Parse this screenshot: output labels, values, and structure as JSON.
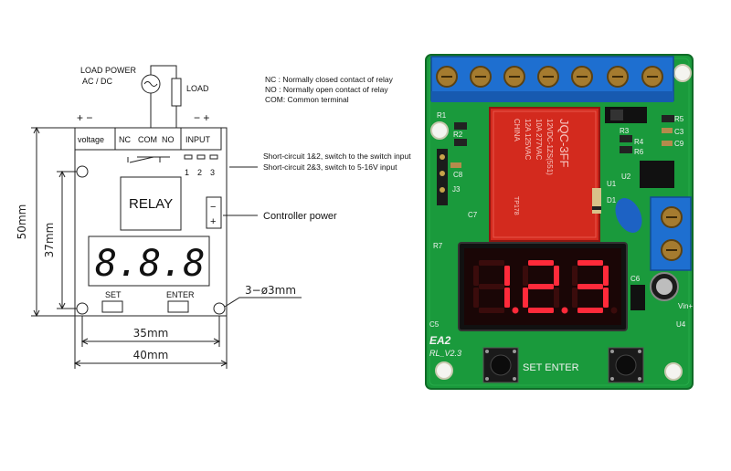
{
  "diagram": {
    "load_power_label": "LOAD POWER",
    "load_power_type": "AC / DC",
    "ac_symbol": "~",
    "load_label": "LOAD",
    "plus_minus_left": "+ −",
    "plus_minus_right": "− +",
    "terminal_voltage": "voltage",
    "terminal_nc": "NC",
    "terminal_com": "COM",
    "terminal_no": "NO",
    "terminal_input": "INPUT",
    "input_pins": [
      "1",
      "2",
      "3"
    ],
    "relay_label": "RELAY",
    "display_value": "8.8.8",
    "button_set": "SET",
    "button_enter": "ENTER",
    "power_minus": "−",
    "power_plus": "+",
    "dim_height_outer": "50mm",
    "dim_height_inner": "37mm",
    "dim_width_inner": "35mm",
    "dim_width_outer": "40mm",
    "dim_holes": "3−ø3mm"
  },
  "legend": {
    "nc": "NC :  Normally closed contact of relay",
    "no": "NO :  Normally open  contact of relay",
    "com": "COM: Common terminal",
    "short1": "Short-circuit 1&2,  switch to the switch input",
    "short2": "Short-circuit 2&3,  switch to  5-16V input",
    "controller_power": "Controller power"
  },
  "board": {
    "relay_model": "JQC-3FF",
    "relay_spec1": "12VDC-1ZS(551)",
    "relay_spec2": "10A 277VAC",
    "relay_spec3": "12A 125VAC",
    "relay_origin": "CHINA",
    "relay_cert": "TP178",
    "display_value": "1.2.3",
    "brand": "EA2",
    "version": "RL_V2.3",
    "button_labels": "SET  ENTER",
    "silk": [
      "R1",
      "R2",
      "R3",
      "R4",
      "R5",
      "R6",
      "C3",
      "C8",
      "C9",
      "C5",
      "C6",
      "C7",
      "R7",
      "D1",
      "U1",
      "U2",
      "U4",
      "J3",
      "Vin+"
    ]
  },
  "colors": {
    "pcb_green": "#1a9a3c",
    "terminal_blue": "#1e6fd0",
    "relay_red": "#d32a1e",
    "digit_red": "#ff2a3a"
  }
}
